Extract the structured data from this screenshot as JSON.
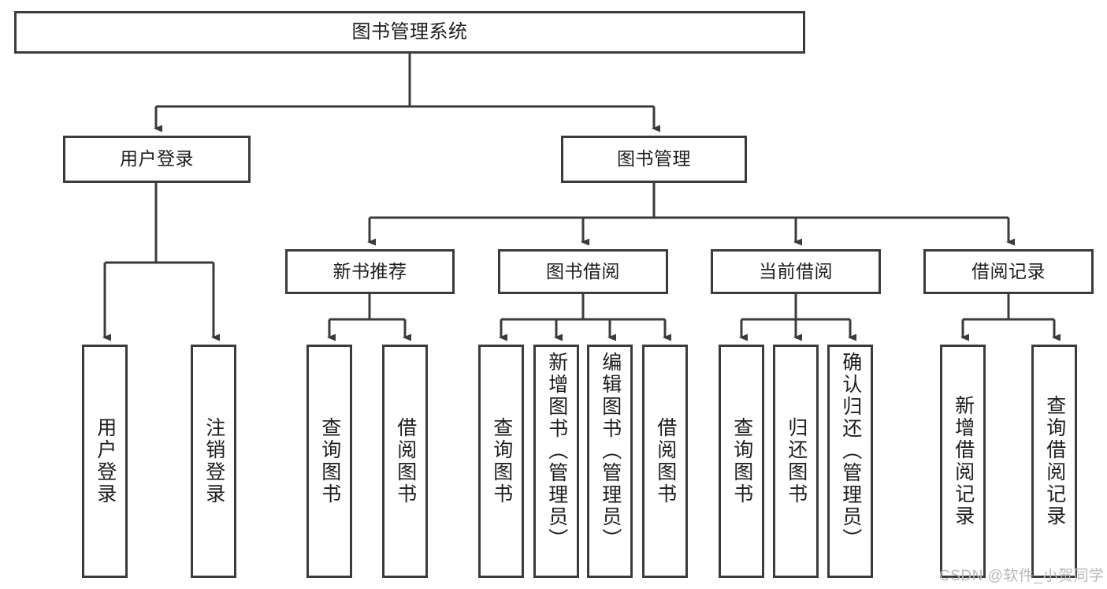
{
  "diagram": {
    "title": "图书管理系统",
    "type": "hierarchy-tree",
    "watermark": "CSDN @软件_小贺同学",
    "colors": {
      "stroke": "#3b3b3b",
      "fill": "#ffffff",
      "text": "#1d1d1d",
      "watermark": "#b9b9b9"
    },
    "levels": {
      "root": {
        "label": "图书管理系统"
      },
      "level1": [
        {
          "label": "用户登录"
        },
        {
          "label": "图书管理"
        }
      ],
      "level2": [
        {
          "label": "新书推荐"
        },
        {
          "label": "图书借阅"
        },
        {
          "label": "当前借阅"
        },
        {
          "label": "借阅记录"
        }
      ],
      "leaves": {
        "user_login": [
          {
            "label": "用户登录"
          },
          {
            "label": "注销登录"
          }
        ],
        "new_book_recommend": [
          {
            "label": "查询图书"
          },
          {
            "label": "借阅图书"
          }
        ],
        "book_borrow": [
          {
            "label": "查询图书"
          },
          {
            "label": "新增图书（管理员）"
          },
          {
            "label": "编辑图书（管理员）"
          },
          {
            "label": "借阅图书"
          }
        ],
        "current_borrow": [
          {
            "label": "查询图书"
          },
          {
            "label": "归还图书"
          },
          {
            "label": "确认归还（管理员）"
          }
        ],
        "borrow_record": [
          {
            "label": "新增借阅记录"
          },
          {
            "label": "查询借阅记录"
          }
        ]
      }
    }
  }
}
